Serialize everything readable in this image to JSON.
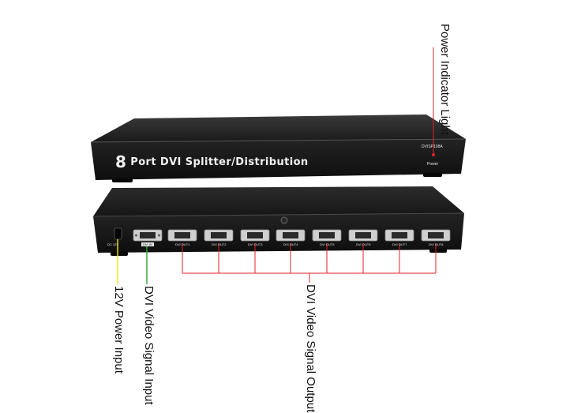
{
  "front": {
    "title_num": "8",
    "title_text": "Port DVI Splitter/Distribution",
    "model": "DVISP108A",
    "power_label": "Power"
  },
  "rear": {
    "dc_label": "DC 12V",
    "input_label": "DVI IN",
    "outputs": [
      "DVI OUT1",
      "DVI OUT2",
      "DVI OUT3",
      "DVI OUT4",
      "DVI OUT5",
      "DVI OUT6",
      "DVI OUT7",
      "DVI OUT8"
    ]
  },
  "callouts": {
    "power_light": "Power Indicator Light",
    "power_input": "12V Power Input",
    "video_input": "DVI Video Signal Input",
    "video_output": "DVI Video Signal Output"
  },
  "colors": {
    "power_line": "#e0202a",
    "power_input_line": "#f2e600",
    "video_input_line": "#2aa830",
    "video_output_line": "#e0202a",
    "chassis": "#1b1b1b"
  }
}
